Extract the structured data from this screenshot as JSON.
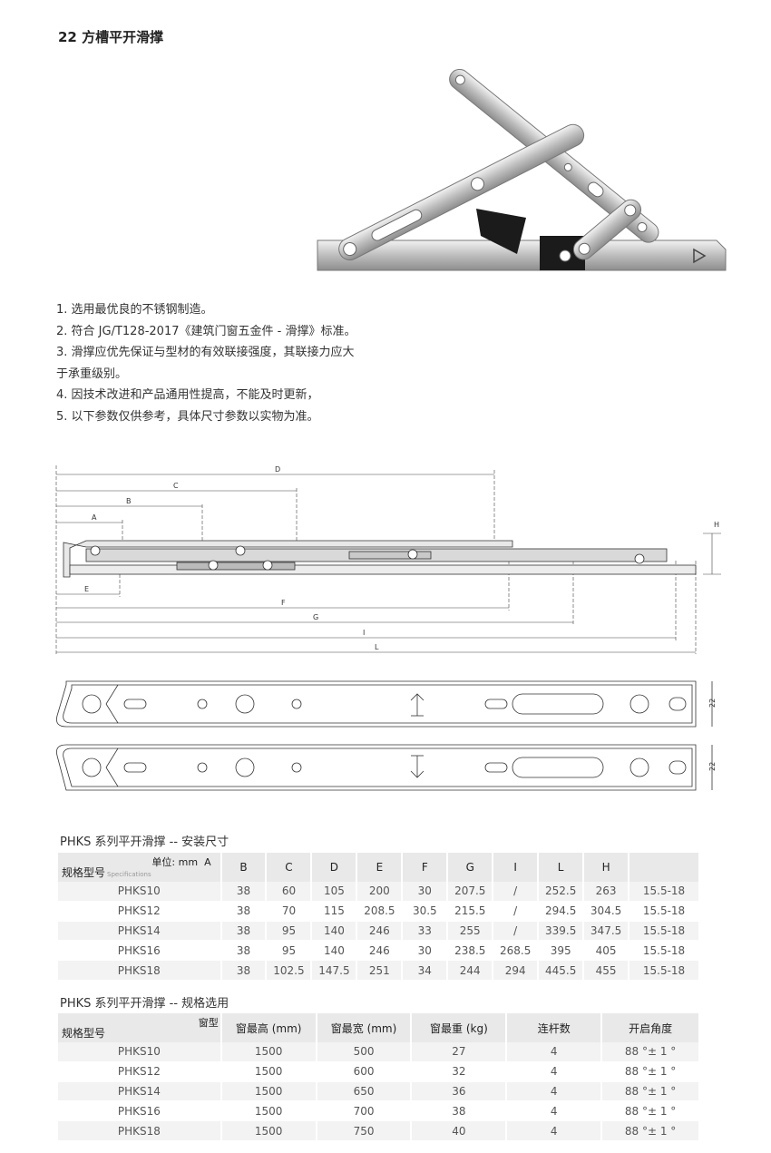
{
  "title": "22 方槽平开滑撑",
  "notes": [
    "1. 选用最优良的不锈钢制造。",
    "2. 符合 JG/T128-2017《建筑门窗五金件 - 滑撑》标准。",
    "3. 滑撑应优先保证与型材的有效联接强度，其联接力应大",
    "于承重级别。",
    "4. 因技术改进和产品通用性提高，不能及时更新，",
    "5. 以下参数仅供参考，具体尺寸参数以实物为准。"
  ],
  "drawing": {
    "dim_labels": [
      "D",
      "C",
      "B",
      "A",
      "H",
      "E",
      "F",
      "G",
      "I",
      "L"
    ],
    "plate_width": "22"
  },
  "table1": {
    "title": "PHKS 系列平开滑撑 -- 安装尺寸",
    "unit_label": "单位: mm",
    "first_col": "A",
    "row_header": "规格型号",
    "row_header_en": "Specifications",
    "columns": [
      "B",
      "C",
      "D",
      "E",
      "F",
      "G",
      "I",
      "L",
      "H"
    ],
    "rows": [
      {
        "model": "PHKS10",
        "values": [
          "38",
          "60",
          "105",
          "200",
          "30",
          "207.5",
          "/",
          "252.5",
          "263",
          "15.5-18"
        ]
      },
      {
        "model": "PHKS12",
        "values": [
          "38",
          "70",
          "115",
          "208.5",
          "30.5",
          "215.5",
          "/",
          "294.5",
          "304.5",
          "15.5-18"
        ]
      },
      {
        "model": "PHKS14",
        "values": [
          "38",
          "95",
          "140",
          "246",
          "33",
          "255",
          "/",
          "339.5",
          "347.5",
          "15.5-18"
        ]
      },
      {
        "model": "PHKS16",
        "values": [
          "38",
          "95",
          "140",
          "246",
          "30",
          "238.5",
          "268.5",
          "395",
          "405",
          "15.5-18"
        ]
      },
      {
        "model": "PHKS18",
        "values": [
          "38",
          "102.5",
          "147.5",
          "251",
          "34",
          "244",
          "294",
          "445.5",
          "455",
          "15.5-18"
        ]
      }
    ]
  },
  "table2": {
    "title": "PHKS 系列平开滑撑 -- 规格选用",
    "corner_top": "窗型",
    "row_header": "规格型号",
    "columns": [
      "窗最高 (mm)",
      "窗最宽 (mm)",
      "窗最重 (kg)",
      "连杆数",
      "开启角度"
    ],
    "rows": [
      {
        "model": "PHKS10",
        "values": [
          "1500",
          "500",
          "27",
          "4",
          "88 °± 1 °"
        ]
      },
      {
        "model": "PHKS12",
        "values": [
          "1500",
          "600",
          "32",
          "4",
          "88 °± 1 °"
        ]
      },
      {
        "model": "PHKS14",
        "values": [
          "1500",
          "650",
          "36",
          "4",
          "88 °± 1 °"
        ]
      },
      {
        "model": "PHKS16",
        "values": [
          "1500",
          "700",
          "38",
          "4",
          "88 °± 1 °"
        ]
      },
      {
        "model": "PHKS18",
        "values": [
          "1500",
          "750",
          "40",
          "4",
          "88 °± 1 °"
        ]
      }
    ]
  }
}
